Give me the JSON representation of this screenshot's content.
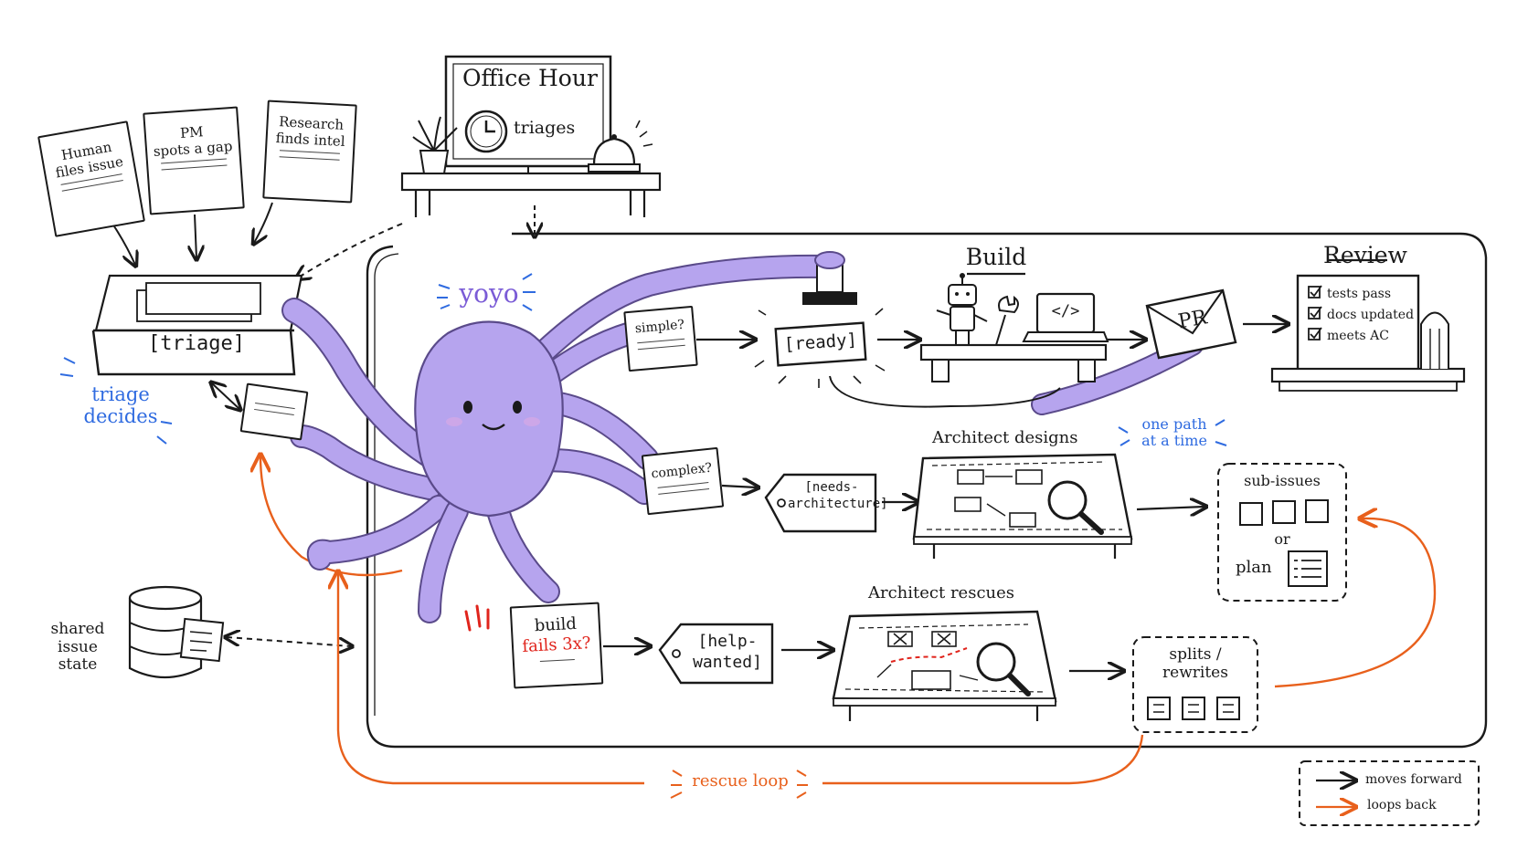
{
  "sources": {
    "human": [
      "Human",
      "files issue"
    ],
    "pm": [
      "PM",
      "spots a gap"
    ],
    "research": [
      "Research",
      "finds intel"
    ]
  },
  "office_hour": {
    "title": "Office Hour",
    "subtitle": "triages"
  },
  "triage": {
    "bin_label": "[triage]",
    "decides": [
      "triage",
      "decides"
    ]
  },
  "mascot": {
    "name": "yoyo"
  },
  "branches": {
    "simple": "simple?",
    "complex": "complex?",
    "fails": {
      "line1": "build",
      "line2": "fails 3x?"
    }
  },
  "tags": {
    "ready": "[ready]",
    "needs_architecture": [
      "[needs-",
      "architecture]"
    ],
    "help_wanted": [
      "[help-",
      "wanted]"
    ]
  },
  "build": {
    "title": "Build",
    "code_icon": "</>"
  },
  "pr": {
    "label": "PR"
  },
  "review": {
    "title": "Review",
    "checks": [
      "tests pass",
      "docs updated",
      "meets AC"
    ]
  },
  "architect": {
    "designs": "Architect designs",
    "rescues": "Architect rescues",
    "one_path": [
      "one path",
      "at a time"
    ]
  },
  "subissues": {
    "title": "sub-issues",
    "or": "or",
    "plan": "plan"
  },
  "splits": [
    "splits /",
    "rewrites"
  ],
  "shared": [
    "shared",
    "issue",
    "state"
  ],
  "rescue_loop": "rescue loop",
  "legend": {
    "forward": "moves forward",
    "back": "loops back"
  },
  "colors": {
    "octopus": "#b6a4ee",
    "octopus_outline": "#5a4a8a",
    "loop": "#e8601c",
    "accent_blue": "#2f6be0",
    "alert": "#e0241c",
    "ink": "#1a1a1a"
  }
}
